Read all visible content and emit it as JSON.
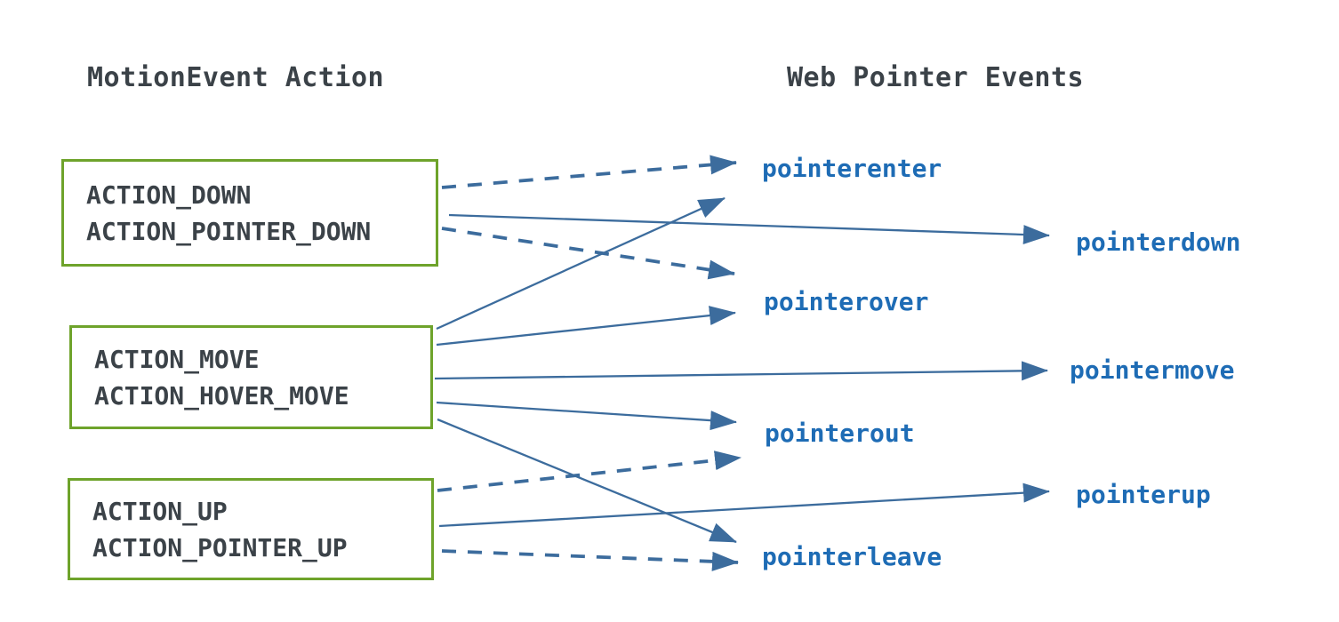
{
  "diagram": {
    "left_header": "MotionEvent Action",
    "right_header": "Web Pointer Events",
    "action_boxes": [
      {
        "id": "action-down",
        "lines": [
          "ACTION_DOWN",
          "ACTION_POINTER_DOWN"
        ]
      },
      {
        "id": "action-move",
        "lines": [
          "ACTION_MOVE",
          "ACTION_HOVER_MOVE"
        ]
      },
      {
        "id": "action-up",
        "lines": [
          "ACTION_UP",
          "ACTION_POINTER_UP"
        ]
      }
    ],
    "events": [
      "pointerenter",
      "pointerdown",
      "pointerover",
      "pointermove",
      "pointerout",
      "pointerup",
      "pointerleave"
    ],
    "edges": [
      {
        "from": "ACTION_DOWN / ACTION_POINTER_DOWN",
        "to": "pointerenter",
        "style": "dashed"
      },
      {
        "from": "ACTION_DOWN / ACTION_POINTER_DOWN",
        "to": "pointerdown",
        "style": "solid"
      },
      {
        "from": "ACTION_DOWN / ACTION_POINTER_DOWN",
        "to": "pointerover",
        "style": "dashed"
      },
      {
        "from": "ACTION_MOVE / ACTION_HOVER_MOVE",
        "to": "pointerenter",
        "style": "solid"
      },
      {
        "from": "ACTION_MOVE / ACTION_HOVER_MOVE",
        "to": "pointerover",
        "style": "solid"
      },
      {
        "from": "ACTION_MOVE / ACTION_HOVER_MOVE",
        "to": "pointermove",
        "style": "solid"
      },
      {
        "from": "ACTION_MOVE / ACTION_HOVER_MOVE",
        "to": "pointerout",
        "style": "solid"
      },
      {
        "from": "ACTION_MOVE / ACTION_HOVER_MOVE",
        "to": "pointerleave",
        "style": "solid"
      },
      {
        "from": "ACTION_UP / ACTION_POINTER_UP",
        "to": "pointerout",
        "style": "dashed"
      },
      {
        "from": "ACTION_UP / ACTION_POINTER_UP",
        "to": "pointerup",
        "style": "solid"
      },
      {
        "from": "ACTION_UP / ACTION_POINTER_UP",
        "to": "pointerleave",
        "style": "dashed"
      }
    ],
    "colors": {
      "box_border": "#6ea32b",
      "action_text": "#3b4248",
      "header_text": "#3b4248",
      "event_text": "#1e6cb5",
      "arrow": "#3c6c9d"
    }
  }
}
